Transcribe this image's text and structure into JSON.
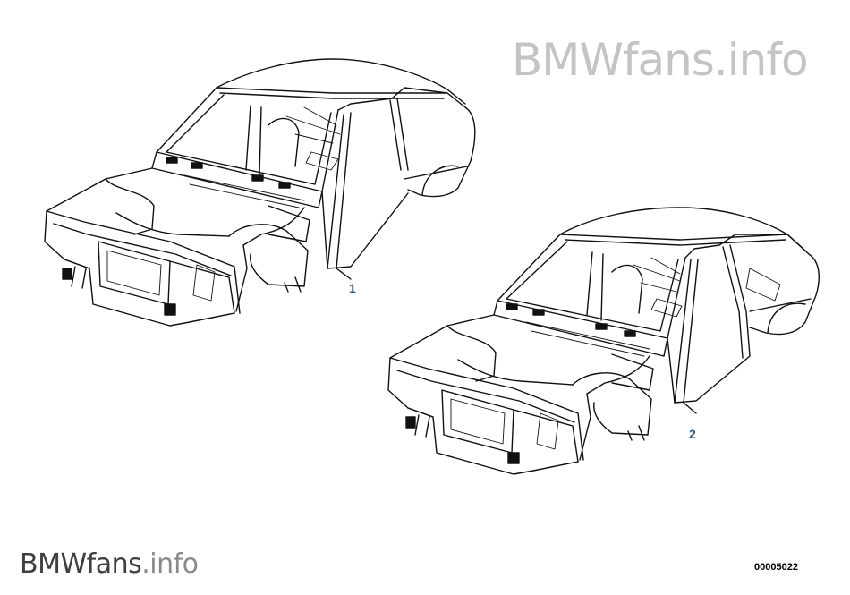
{
  "watermark_top": "BMWfans.info",
  "watermark_bottom": {
    "part1": "BMWfans",
    "part2": ".info"
  },
  "diagram_number": "00005022",
  "callouts": [
    {
      "label": "1"
    },
    {
      "label": "2"
    }
  ]
}
